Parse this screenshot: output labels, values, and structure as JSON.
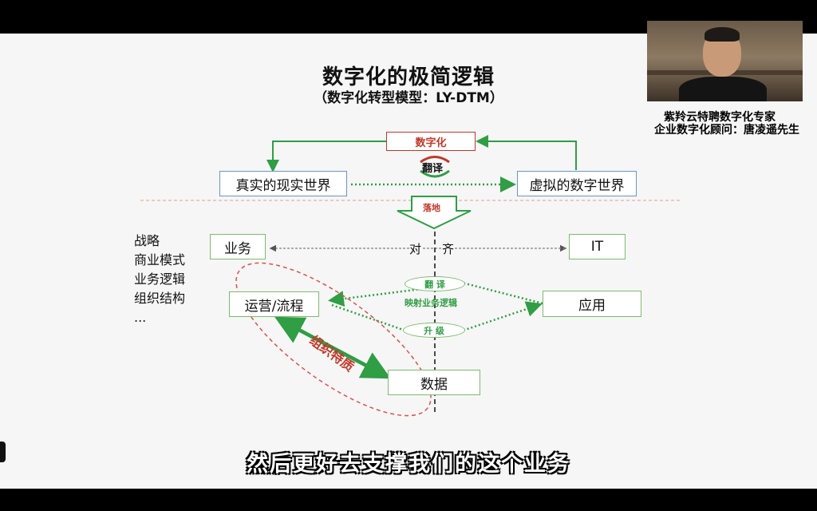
{
  "slide": {
    "title": "数字化的极简逻辑",
    "subtitle": "（数字化转型模型：LY-DTM）",
    "top_box": "数字化",
    "translate_label": "翻译",
    "real_world": "真实的现实世界",
    "virtual_world": "虚拟的数字世界",
    "landing_label": "落地",
    "business": "业务",
    "it": "IT",
    "align_label_1": "对",
    "align_label_2": "齐",
    "left_list": [
      "战略",
      "商业模式",
      "业务逻辑",
      "组织结构",
      "..."
    ],
    "operations": "运营/流程",
    "application": "应用",
    "oval_translate": "翻 译",
    "mapping_label": "映射业务逻辑",
    "oval_upgrade": "升 级",
    "org_label": "组织特质",
    "data_box": "数据"
  },
  "presenter": {
    "line1": "紫羚云特聘数字化专家",
    "line2": "企业数字化顾问：唐凌遥先生"
  },
  "subtitle_caption": "然后更好去支撑我们的这个业务",
  "colors": {
    "green": "#2f9e44",
    "red": "#c0392b",
    "blue": "#6a95c4"
  }
}
